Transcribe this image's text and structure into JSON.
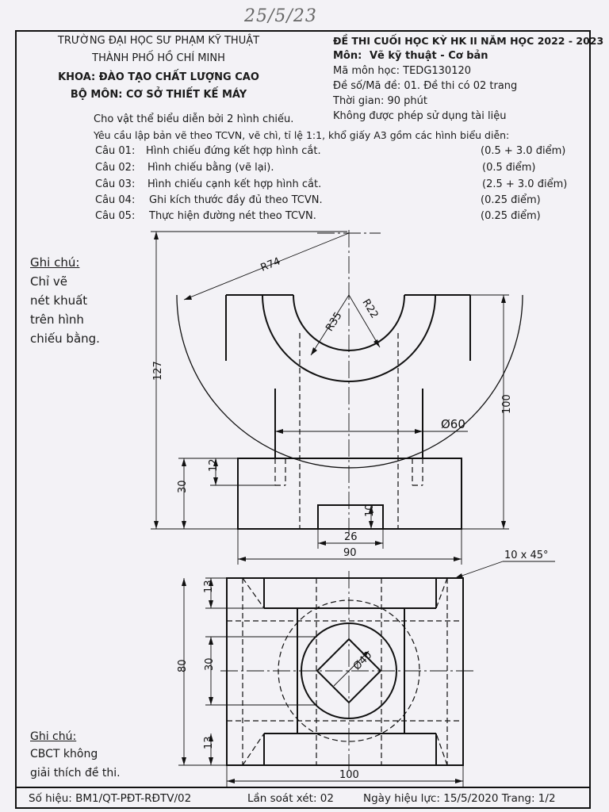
{
  "handwritten_date": "25/5/23",
  "university": {
    "name": "TRƯỜNG ĐẠI HỌC SƯ PHẠM KỸ THUẬT",
    "city": "THÀNH PHỐ HỒ CHÍ MINH",
    "faculty": "KHOA: ĐÀO TẠO CHẤT LƯỢNG CAO",
    "department": "BỘ MÔN: CƠ SỞ THIẾT KẾ MÁY"
  },
  "exam": {
    "title": "ĐỀ THI CUỐI HỌC KỲ HK II NĂM HỌC 2022 - 2023",
    "subject_label": "Môn:",
    "subject": "Vẽ kỹ thuật - Cơ bản",
    "code": "Mã môn học:  TEDG130120",
    "number": "Đề số/Mã đề: 01. Đề thi có 02 trang",
    "time": "Thời gian:  90 phút",
    "materials": "Không được phép sử dụng tài liệu"
  },
  "instructions": {
    "line1": "Cho vật thể biểu diễn bởi 2 hình chiếu.",
    "line2": "Yêu cầu lập bản vẽ theo TCVN, vẽ chì, tỉ lệ 1:1, khổ giấy A3 gồm các hình biểu diễn:",
    "questions": [
      {
        "label": "Câu 01:",
        "text": "Hình chiếu đứng kết hợp hình cắt.",
        "points": "(0.5 + 3.0 điểm)"
      },
      {
        "label": "Câu 02:",
        "text": "Hình chiếu bằng (vẽ lại).",
        "points": "(0.5 điểm)"
      },
      {
        "label": "Câu 03:",
        "text": "Hình chiếu cạnh kết hợp hình cắt.",
        "points": "(2.5 + 3.0 điểm)"
      },
      {
        "label": "Câu 04:",
        "text": "Ghi kích thước đầy đủ theo TCVN.",
        "points": "(0.25 điểm)"
      },
      {
        "label": "Câu 05:",
        "text": "Thực hiện đường nét theo TCVN.",
        "points": "(0.25 điểm)"
      }
    ]
  },
  "note1": {
    "title": "Ghi chú:",
    "lines": [
      "Chỉ vẽ",
      "nét khuất",
      "trên hình",
      "chiếu bằng."
    ]
  },
  "note2": {
    "title": "Ghi chú:",
    "lines": [
      "CBCT không",
      "giải thích đề thi."
    ]
  },
  "dims": {
    "r74": "R74",
    "r35": "R35",
    "r22": "R22",
    "d127": "127",
    "d100": "100",
    "phi60": "Ø60",
    "d12": "12",
    "d30": "30",
    "d10": "10",
    "d26": "26",
    "d90": "90",
    "chamfer": "10 x 45°",
    "d13a": "13",
    "d80": "80",
    "d30b": "30",
    "d13b": "13",
    "phi40": "Ø40",
    "d100b": "100"
  },
  "footer": {
    "code": "Số hiệu: BM1/QT-PĐT-RĐTV/02",
    "revision": "Lần soát xét: 02",
    "effective": "Ngày hiệu lực: 15/5/2020 Trang: 1/2"
  }
}
